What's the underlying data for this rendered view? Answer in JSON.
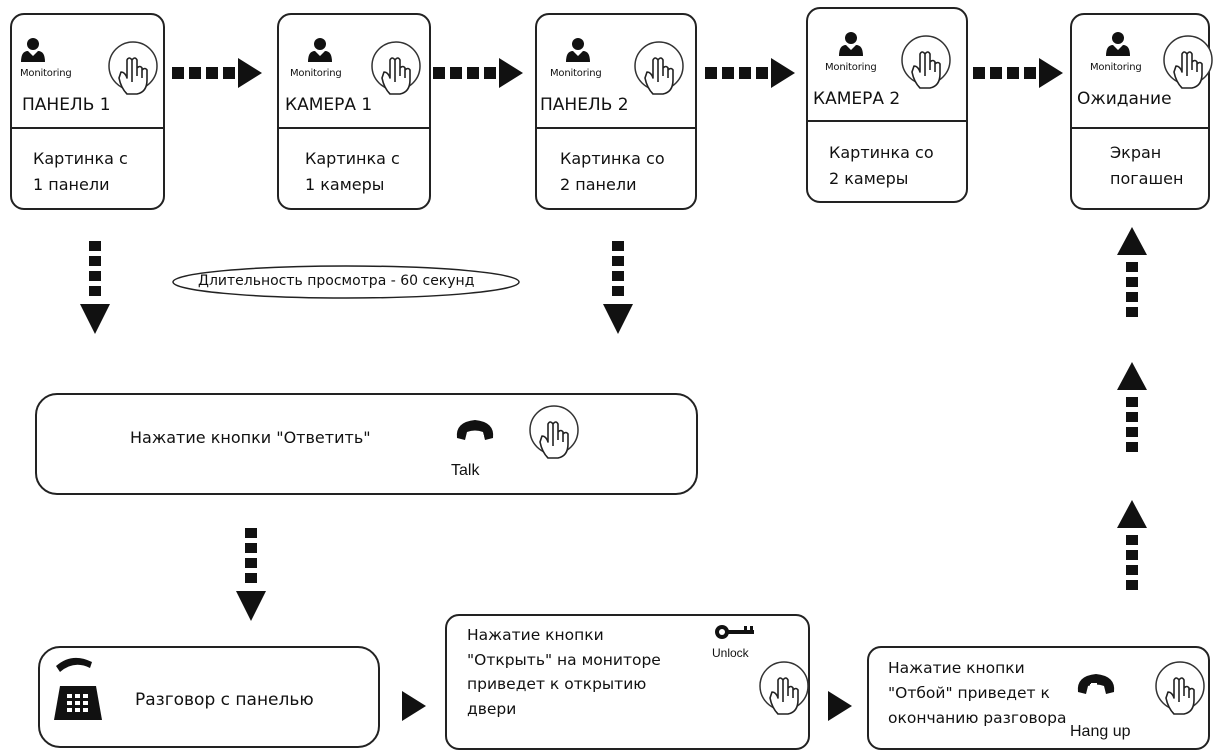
{
  "stages": [
    {
      "monitoring": "Monitoring",
      "title": "ПАНЕЛЬ 1",
      "caption": "Картинка с\n1 панели"
    },
    {
      "monitoring": "Monitoring",
      "title": "КАМЕРА 1",
      "caption": "Картинка с\n1 камеры"
    },
    {
      "monitoring": "Monitoring",
      "title": "ПАНЕЛЬ 2",
      "caption": "Картинка со\n2 панели"
    },
    {
      "monitoring": "Monitoring",
      "title": "КАМЕРА 2",
      "caption": "Картинка со\n2 камеры"
    },
    {
      "monitoring": "Monitoring",
      "title": "Ожидание",
      "caption": "Экран\nпогашен"
    }
  ],
  "duration_note": "Длительность просмотра - 60 секунд",
  "answer": {
    "text": "Нажатие кнопки \"Ответить\"",
    "button_label": "Talk"
  },
  "talk": {
    "text": "Разговор с панелью"
  },
  "unlock": {
    "text": "Нажатие кнопки\n\"Открыть\" на мониторе\nприведет к открытию\nдвери",
    "button_label": "Unlock"
  },
  "hangup": {
    "text": "Нажатие кнопки\n\"Отбой\" приведет к\nокончанию разговора",
    "button_label": "Hang up"
  },
  "icons": [
    "person-icon",
    "hand-press-icon",
    "handset-icon",
    "desk-phone-icon",
    "key-icon"
  ]
}
